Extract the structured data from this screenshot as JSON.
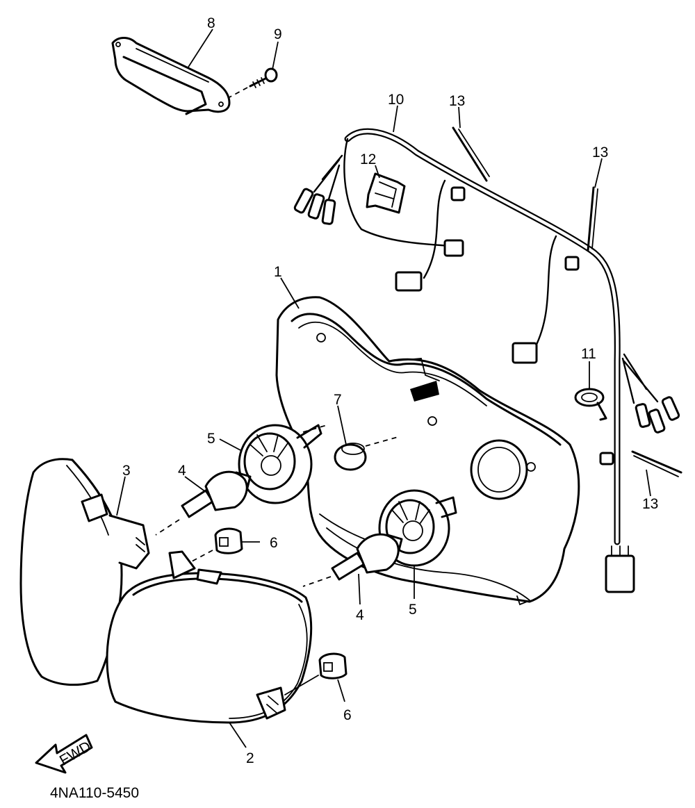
{
  "diagram": {
    "catalog_code": "4NA110-5450",
    "fwd_label": "FWD",
    "callouts": [
      {
        "id": "c1",
        "text": "1"
      },
      {
        "id": "c2",
        "text": "2"
      },
      {
        "id": "c3",
        "text": "3"
      },
      {
        "id": "c4a",
        "text": "4"
      },
      {
        "id": "c4b",
        "text": "4"
      },
      {
        "id": "c5a",
        "text": "5"
      },
      {
        "id": "c5b",
        "text": "5"
      },
      {
        "id": "c6a",
        "text": "6"
      },
      {
        "id": "c6b",
        "text": "6"
      },
      {
        "id": "c7",
        "text": "7"
      },
      {
        "id": "c8",
        "text": "8"
      },
      {
        "id": "c9",
        "text": "9"
      },
      {
        "id": "c10",
        "text": "10"
      },
      {
        "id": "c11",
        "text": "11"
      },
      {
        "id": "c12",
        "text": "12"
      },
      {
        "id": "c13a",
        "text": "13"
      },
      {
        "id": "c13b",
        "text": "13"
      },
      {
        "id": "c13c",
        "text": "13"
      }
    ]
  }
}
